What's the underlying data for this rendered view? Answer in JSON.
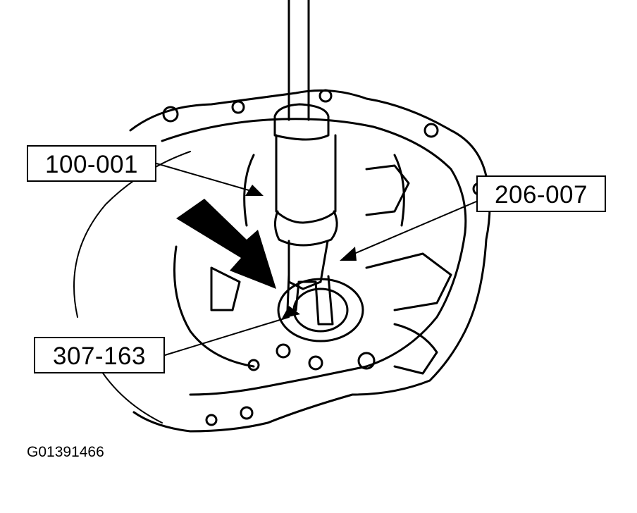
{
  "figure": {
    "id": "G01391466",
    "callouts": {
      "tool_100": "100-001",
      "tool_206": "206-007",
      "tool_307": "307-163"
    },
    "colors": {
      "line": "#000000",
      "background": "#ffffff"
    }
  }
}
